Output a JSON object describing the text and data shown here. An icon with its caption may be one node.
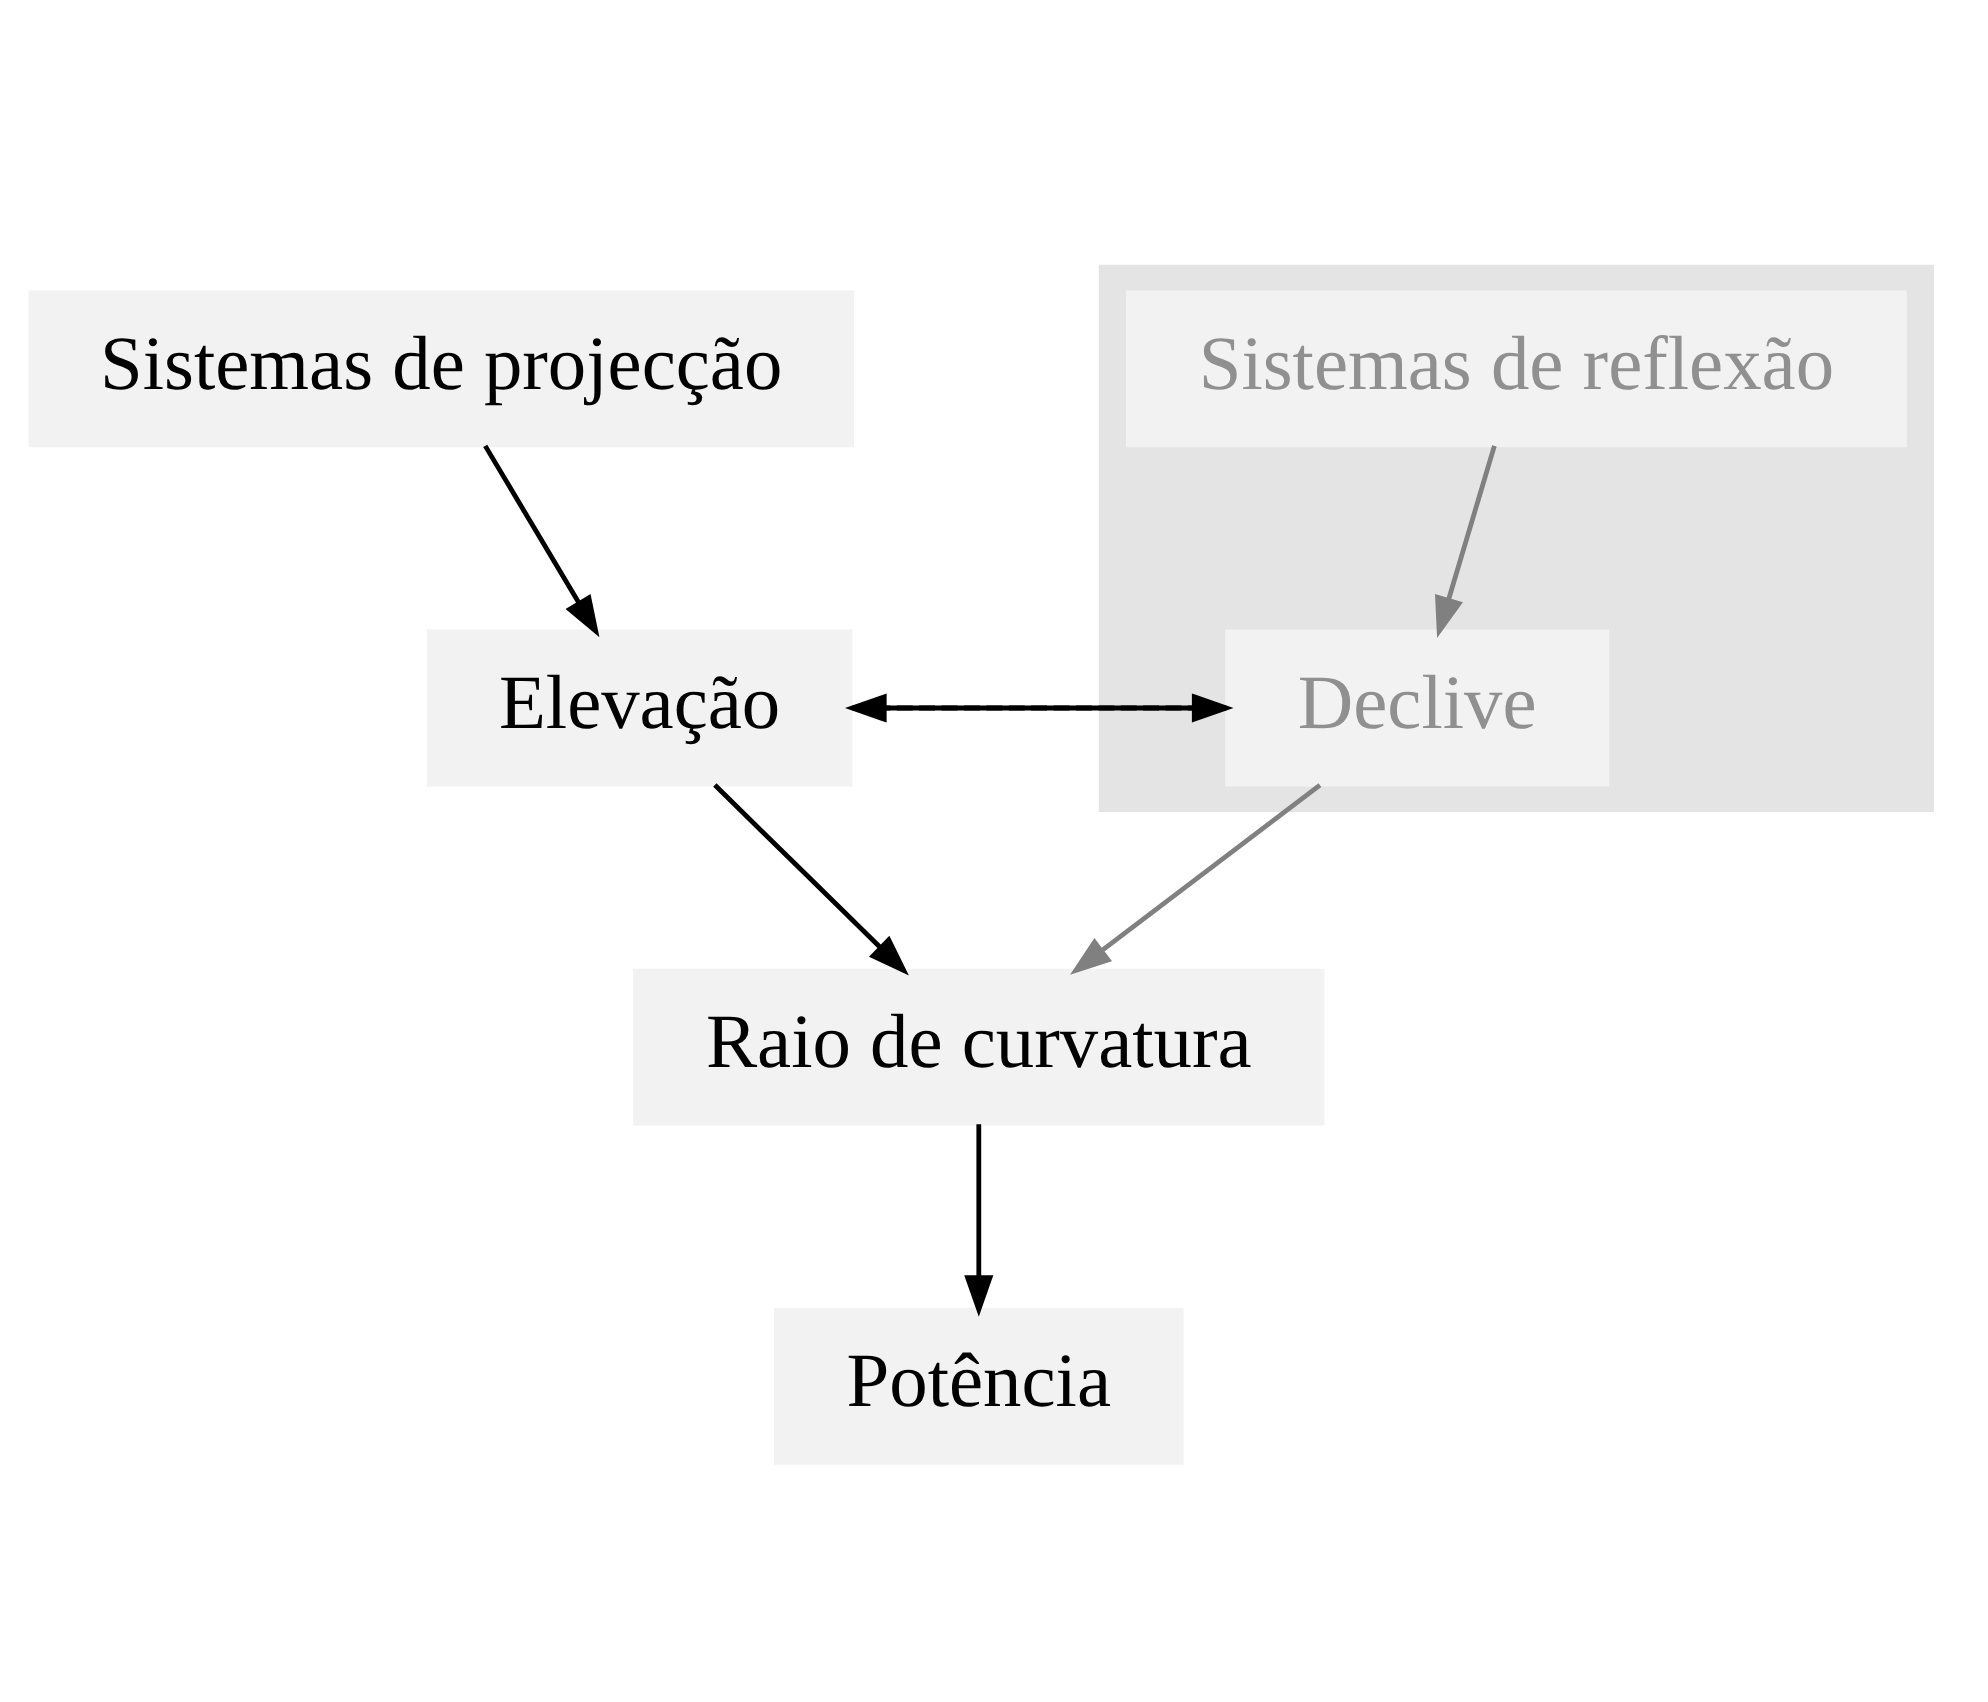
{
  "diagram": {
    "nodes": [
      {
        "text": [],
        "shape": "box"
      },
      {
        "text": [
          "Sistemas de projecção"
        ]
      },
      {
        "text": [
          "Sistemas de reflexão"
        ],
        "in": 0
      },
      {
        "text": [
          "Elevação"
        ]
      },
      {
        "text": [
          "Declive"
        ],
        "in": 0
      },
      {
        "text": [
          "Raio de curvatura"
        ]
      },
      {
        "text": [
          "Potência"
        ]
      }
    ],
    "edges": [
      {
        "from": 1,
        "to": 3,
        "arrow": "to"
      },
      {
        "from": 2,
        "to": 4,
        "arrow": "to",
        "color": "#808080"
      },
      {
        "from": 4,
        "to": 3,
        "arrow": "to",
        "style": "dashed"
      },
      {
        "from": 3,
        "to": 4,
        "arrow": "to"
      },
      {
        "from": 3,
        "to": 5,
        "arrow": "to"
      },
      {
        "from": 4,
        "to": 5,
        "arrow": "to",
        "color": "#808080"
      },
      {
        "from": 5,
        "to": 6,
        "arrow": "to"
      }
    ]
  }
}
